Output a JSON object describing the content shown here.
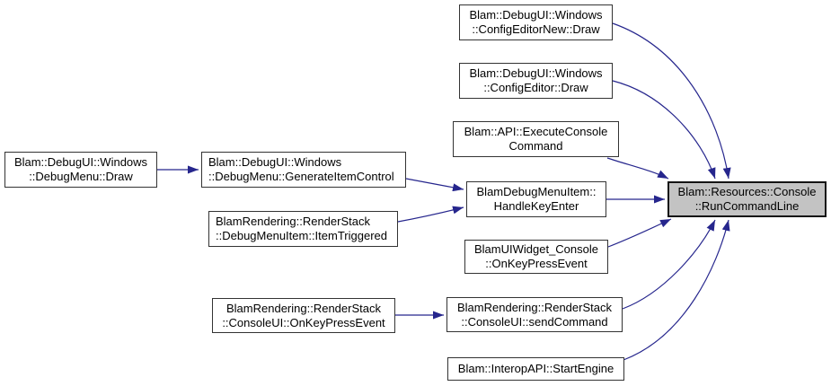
{
  "diagram": {
    "type": "call-graph",
    "description": "caller graph converging on highlighted function",
    "background": "#ffffff",
    "edge_color": "#26268D",
    "node_fill": "#ffffff",
    "node_border": "#333333",
    "target_fill": "#C3C3C3",
    "nodes": [
      {
        "id": "debug-menu-draw",
        "lines": [
          "Blam::DebugUI::Windows",
          "::DebugMenu::Draw"
        ]
      },
      {
        "id": "debug-menu-generate-item-control",
        "lines": [
          "Blam::DebugUI::Windows",
          "::DebugMenu::GenerateItemControl"
        ]
      },
      {
        "id": "config-editor-new-draw",
        "lines": [
          "Blam::DebugUI::Windows",
          "::ConfigEditorNew::Draw"
        ]
      },
      {
        "id": "config-editor-draw",
        "lines": [
          "Blam::DebugUI::Windows",
          "::ConfigEditor::Draw"
        ]
      },
      {
        "id": "execute-console-command",
        "lines": [
          "Blam::API::ExecuteConsole",
          "Command"
        ]
      },
      {
        "id": "handle-key-enter",
        "lines": [
          "BlamDebugMenuItem::",
          "HandleKeyEnter"
        ]
      },
      {
        "id": "item-triggered",
        "lines": [
          "BlamRendering::RenderStack",
          "::DebugMenuItem::ItemTriggered"
        ]
      },
      {
        "id": "ui-widget-console-on-key-press-event",
        "lines": [
          "BlamUIWidget_Console",
          "::OnKeyPressEvent"
        ]
      },
      {
        "id": "console-ui-on-key-press-event",
        "lines": [
          "BlamRendering::RenderStack",
          "::ConsoleUI::OnKeyPressEvent"
        ]
      },
      {
        "id": "console-ui-send-command",
        "lines": [
          "BlamRendering::RenderStack",
          "::ConsoleUI::sendCommand"
        ]
      },
      {
        "id": "start-engine",
        "lines": [
          "Blam::InteropAPI::StartEngine"
        ]
      },
      {
        "id": "run-command-line",
        "lines": [
          "Blam::Resources::Console",
          "::RunCommandLine"
        ],
        "highlighted": true
      }
    ],
    "edges": [
      {
        "from": "debug-menu-draw",
        "to": "debug-menu-generate-item-control"
      },
      {
        "from": "debug-menu-generate-item-control",
        "to": "handle-key-enter"
      },
      {
        "from": "item-triggered",
        "to": "handle-key-enter"
      },
      {
        "from": "config-editor-new-draw",
        "to": "run-command-line"
      },
      {
        "from": "config-editor-draw",
        "to": "run-command-line"
      },
      {
        "from": "execute-console-command",
        "to": "run-command-line"
      },
      {
        "from": "handle-key-enter",
        "to": "run-command-line"
      },
      {
        "from": "ui-widget-console-on-key-press-event",
        "to": "run-command-line"
      },
      {
        "from": "console-ui-on-key-press-event",
        "to": "console-ui-send-command"
      },
      {
        "from": "console-ui-send-command",
        "to": "run-command-line"
      },
      {
        "from": "start-engine",
        "to": "run-command-line"
      }
    ]
  }
}
